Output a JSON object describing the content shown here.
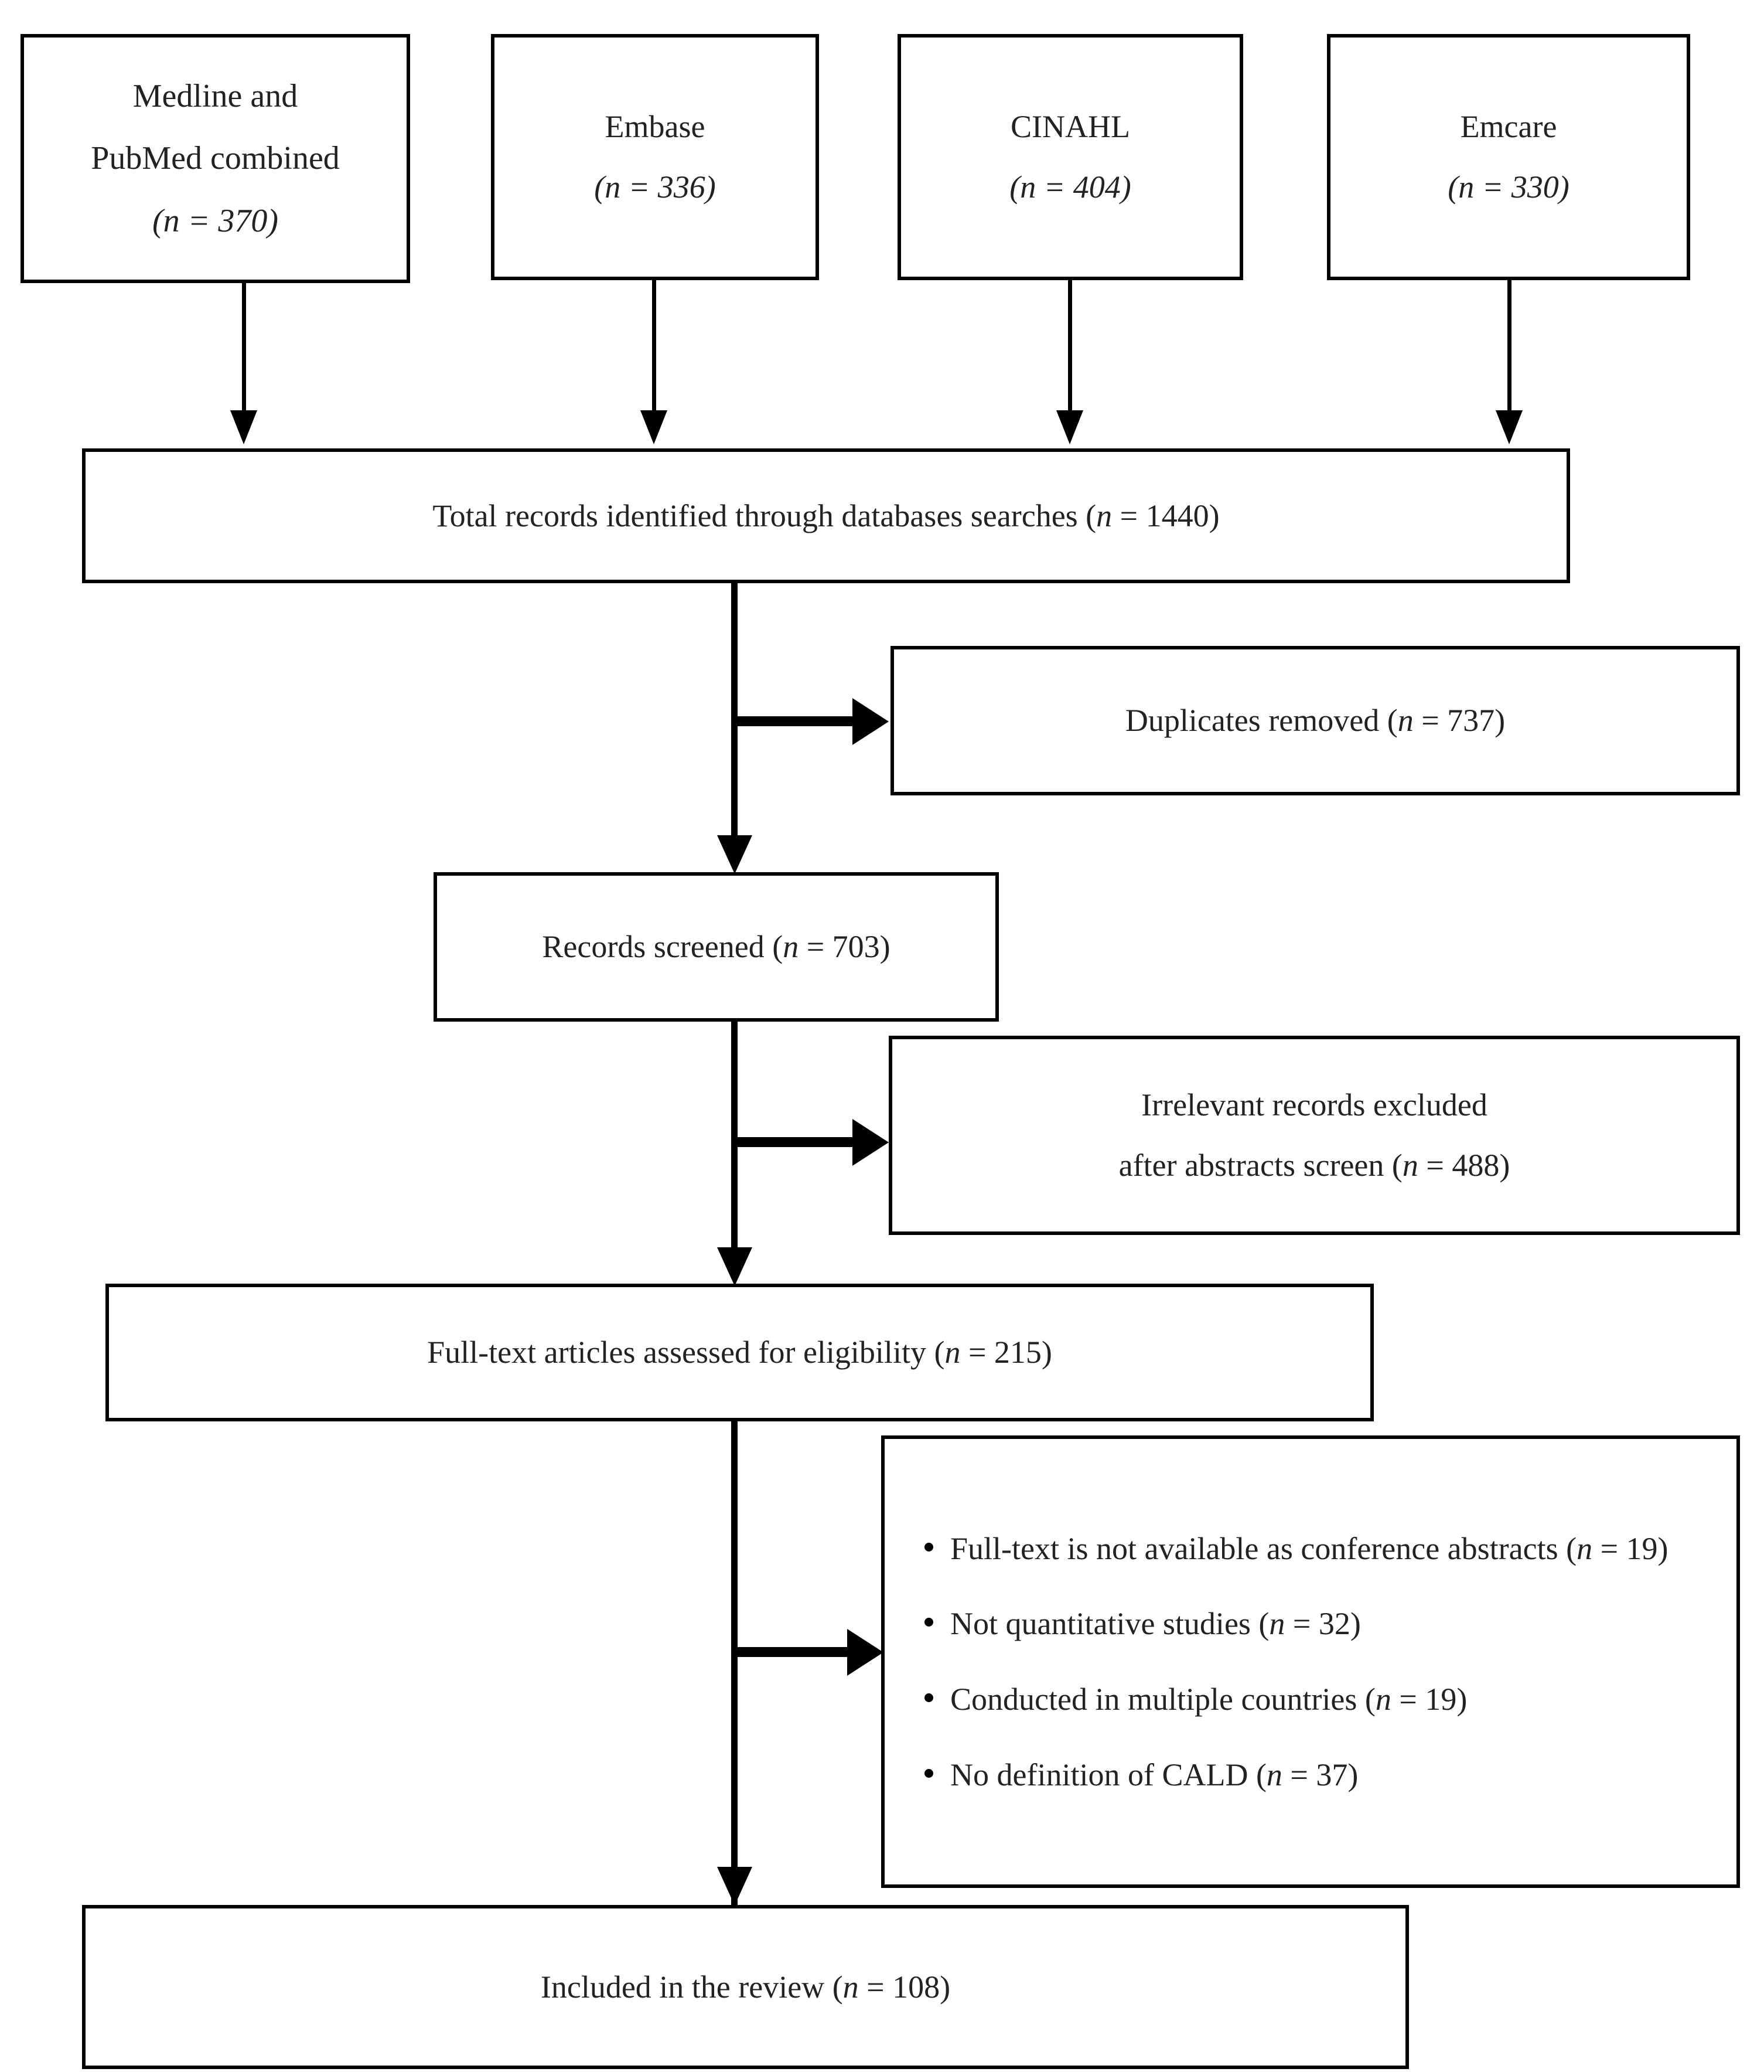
{
  "diagram": {
    "type": "prisma-flow-diagram",
    "title": "PRISMA study selection flow",
    "sources": [
      {
        "name": "medline-pubmed",
        "line1": "Medline and",
        "line2": "PubMed combined",
        "count_label": "(n = 370)",
        "n": 370
      },
      {
        "name": "embase",
        "line1": "Embase",
        "line2": "",
        "count_label": "(n = 336)",
        "n": 336
      },
      {
        "name": "cinahl",
        "line1": "CINAHL",
        "line2": "",
        "count_label": "(n = 404)",
        "n": 404
      },
      {
        "name": "emcare",
        "line1": "Emcare",
        "line2": "",
        "count_label": "(n = 330)",
        "n": 330
      }
    ],
    "total_records": {
      "text": "Total records identified through databases searches (n = 1440)",
      "n": 1440
    },
    "duplicates_removed": {
      "text": "Duplicates removed (n = 737)",
      "n": 737
    },
    "records_screened": {
      "text": "Records screened (n = 703)",
      "n": 703
    },
    "irrelevant_excluded": {
      "line1": "Irrelevant records excluded",
      "line2": "after abstracts screen (n = 488)",
      "n": 488
    },
    "fulltext_assessed": {
      "text": "Full-text articles assessed for eligibility (n = 215)",
      "n": 215
    },
    "exclusion_reasons": [
      {
        "text": "Full-text is not available as conference abstracts (n = 19)",
        "n": 19
      },
      {
        "text": "Not quantitative studies (n = 32)",
        "n": 32
      },
      {
        "text": "Conducted in multiple countries (n = 19)",
        "n": 19
      },
      {
        "text": "No definition of CALD (n = 37)",
        "n": 37
      }
    ],
    "included": {
      "text": "Included in the review (n = 108)",
      "n": 108
    },
    "colors": {
      "stroke": "#000000",
      "text": "#222222",
      "background": "#ffffff"
    }
  }
}
